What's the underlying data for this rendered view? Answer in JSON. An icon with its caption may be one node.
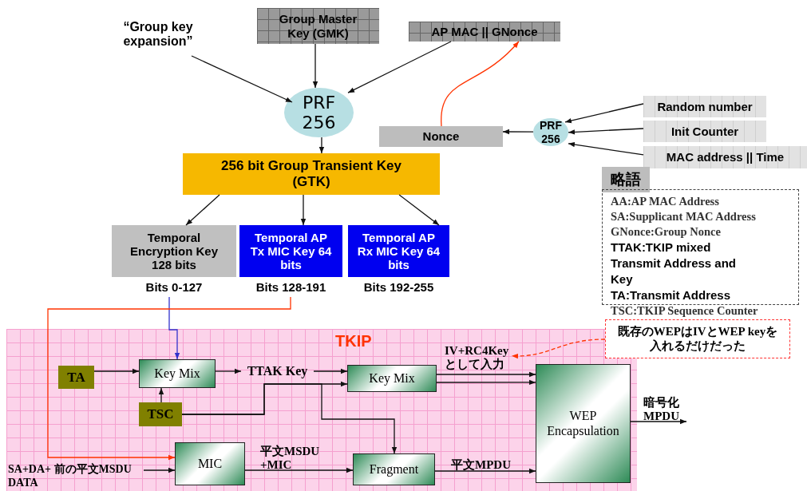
{
  "diagram": {
    "nodes": [
      {
        "text": [
          "“Group key expansion”"
        ]
      },
      {
        "text": [
          "Group Master Key (GMK)"
        ]
      },
      {
        "text": [
          "AP MAC || GNonce"
        ]
      },
      {
        "text": [
          "PRF 256"
        ]
      },
      {
        "text": [
          "Nonce"
        ]
      },
      {
        "text": [
          "PRF 256"
        ]
      },
      {
        "text": [
          "Random number"
        ]
      },
      {
        "text": [
          "Init Counter"
        ]
      },
      {
        "text": [
          "MAC address || Time"
        ]
      },
      {
        "text": [
          "256 bit Group Transient Key (GTK)"
        ]
      },
      {
        "text": [
          "Temporal Encryption Key 128 bits"
        ],
        "beside": [
          "Bits 0-127"
        ]
      },
      {
        "text": [
          "Temporal AP Tx MIC Key 64 bits"
        ],
        "beside": [
          "Bits 128-191"
        ]
      },
      {
        "text": [
          "Temporal AP Rx MIC Key 64 bits"
        ],
        "beside": [
          "Bits 192-255"
        ]
      },
      {
        "text": [
          "略語",
          "AA:AP MAC Address",
          "SA:Supplicant MAC Address",
          "GNonce:Group Nonce",
          "TTAK:TKIP mixed Transmit Address and Key",
          "TA:Transmit Address",
          "TSC:TKIP Sequence Counter"
        ]
      },
      {
        "text": [
          "TKIP"
        ]
      },
      {
        "text": [
          "TA"
        ],
        "in": 14
      },
      {
        "text": [
          "Key Mix"
        ],
        "in": 14
      },
      {
        "text": [
          "TSC"
        ],
        "in": 14
      },
      {
        "text": [
          "TTAK Key"
        ],
        "in": 14
      },
      {
        "text": [
          "Key Mix"
        ],
        "in": 14
      },
      {
        "text": [
          "MIC"
        ],
        "in": 14
      },
      {
        "text": [
          "Fragment"
        ],
        "in": 14
      },
      {
        "text": [
          "WEP Encapsulation"
        ],
        "in": 14
      },
      {
        "text": [
          "SA+DA+ 前の平文MSDU DATA"
        ],
        "in": 14
      },
      {
        "text": [
          "既存のWEPはIVとWEP keyを入れるだけだった"
        ]
      },
      {
        "text": [
          "IV+RC4Keyとして入力"
        ],
        "in": 14
      }
    ],
    "edges": [
      {
        "from": 0,
        "to": 3,
        "arrow": "to"
      },
      {
        "from": 1,
        "to": 3,
        "arrow": "to"
      },
      {
        "from": 2,
        "to": 3,
        "arrow": "to"
      },
      {
        "from": 3,
        "to": 9,
        "arrow": "to"
      },
      {
        "from": 4,
        "to": 2,
        "arrow": "to",
        "color": "#ff3300"
      },
      {
        "from": 5,
        "to": 4,
        "arrow": "to"
      },
      {
        "from": 6,
        "to": 5,
        "arrow": "to"
      },
      {
        "from": 7,
        "to": 5,
        "arrow": "to"
      },
      {
        "from": 8,
        "to": 5,
        "arrow": "to"
      },
      {
        "from": 9,
        "to": 10,
        "arrow": "to"
      },
      {
        "from": 9,
        "to": 11,
        "arrow": "to"
      },
      {
        "from": 9,
        "to": 12,
        "arrow": "to"
      },
      {
        "from": 10,
        "to": 16,
        "arrow": "to",
        "color": "#3333cc"
      },
      {
        "from": 11,
        "to": 20,
        "arrow": "to",
        "color": "#ff3300"
      },
      {
        "from": 15,
        "to": 16,
        "arrow": "to"
      },
      {
        "from": 16,
        "to": 18,
        "arrow": "to"
      },
      {
        "from": 17,
        "to": 16,
        "arrow": "to"
      },
      {
        "from": 18,
        "to": 19,
        "arrow": "to"
      },
      {
        "from": 17,
        "to": 19,
        "arrow": "to"
      },
      {
        "from": 17,
        "to": 21,
        "arrow": "to"
      },
      {
        "from": 19,
        "to": 22,
        "arrow": "to"
      },
      {
        "from": 19,
        "to": 22,
        "arrow": "to"
      },
      {
        "from": 20,
        "to": 21,
        "arrow": "to",
        "label": "平文MSDU +MIC"
      },
      {
        "from": 21,
        "to": 22,
        "arrow": "to",
        "label": "平文MPDU"
      },
      {
        "from": 23,
        "to": 20,
        "arrow": "to"
      },
      {
        "from": 24,
        "to": 25,
        "arrow": "to",
        "style": "dashed",
        "color": "#ff3300"
      },
      {
        "from": 22,
        "to": null,
        "arrow": "to",
        "label": "暗号化MPDU"
      }
    ]
  }
}
